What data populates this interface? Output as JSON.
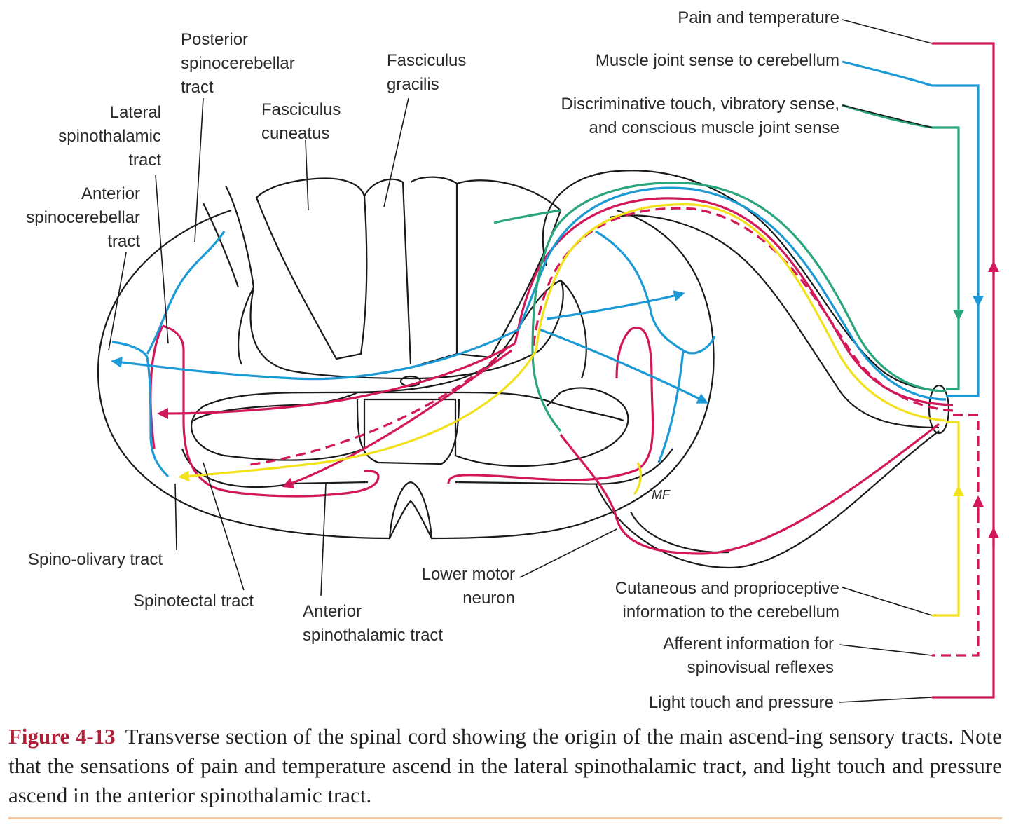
{
  "labels": {
    "posterior_spinocerebellar": [
      "Posterior",
      "spinocerebellar",
      "tract"
    ],
    "lateral_spinothalamic": [
      "Lateral",
      "spinothalamic",
      "tract"
    ],
    "anterior_spinocerebellar": [
      "Anterior",
      "spinocerebellar",
      "tract"
    ],
    "fasciculus_cuneatus": [
      "Fasciculus",
      "cuneatus"
    ],
    "fasciculus_gracilis": [
      "Fasciculus",
      "gracilis"
    ],
    "pain_temperature": "Pain and temperature",
    "muscle_joint_cerebellum": "Muscle joint sense to cerebellum",
    "discriminative_touch": [
      "Discriminative touch, vibratory sense,",
      "and conscious muscle joint sense"
    ],
    "spino_olivary": "Spino-olivary tract",
    "spinotectal": "Spinotectal tract",
    "anterior_spinothalamic": [
      "Anterior",
      "spinothalamic tract"
    ],
    "lower_motor_neuron": [
      "Lower motor",
      "neuron"
    ],
    "cutaneous_proprioceptive": [
      "Cutaneous and proprioceptive",
      "information to the cerebellum"
    ],
    "afferent_spinovisual": [
      "Afferent information for",
      "spinovisual reflexes"
    ],
    "light_touch_pressure": "Light touch and pressure",
    "artist_initials": "MF"
  },
  "colors": {
    "pain_temperature": "#d2185a",
    "muscle_joint": "#1c9ad6",
    "discriminative_touch": "#2aa57c",
    "cutaneous_proprioceptive": "#f2e21e",
    "outline": "#1a1a1a"
  },
  "caption": {
    "figure_label": "Figure 4-13",
    "text": "Transverse section of the spinal cord showing the origin of the main ascend-ing sensory tracts. Note that the sensations of pain and temperature ascend in the lateral spinothalamic tract, and light touch and pressure ascend in the anterior spinothalamic tract."
  }
}
